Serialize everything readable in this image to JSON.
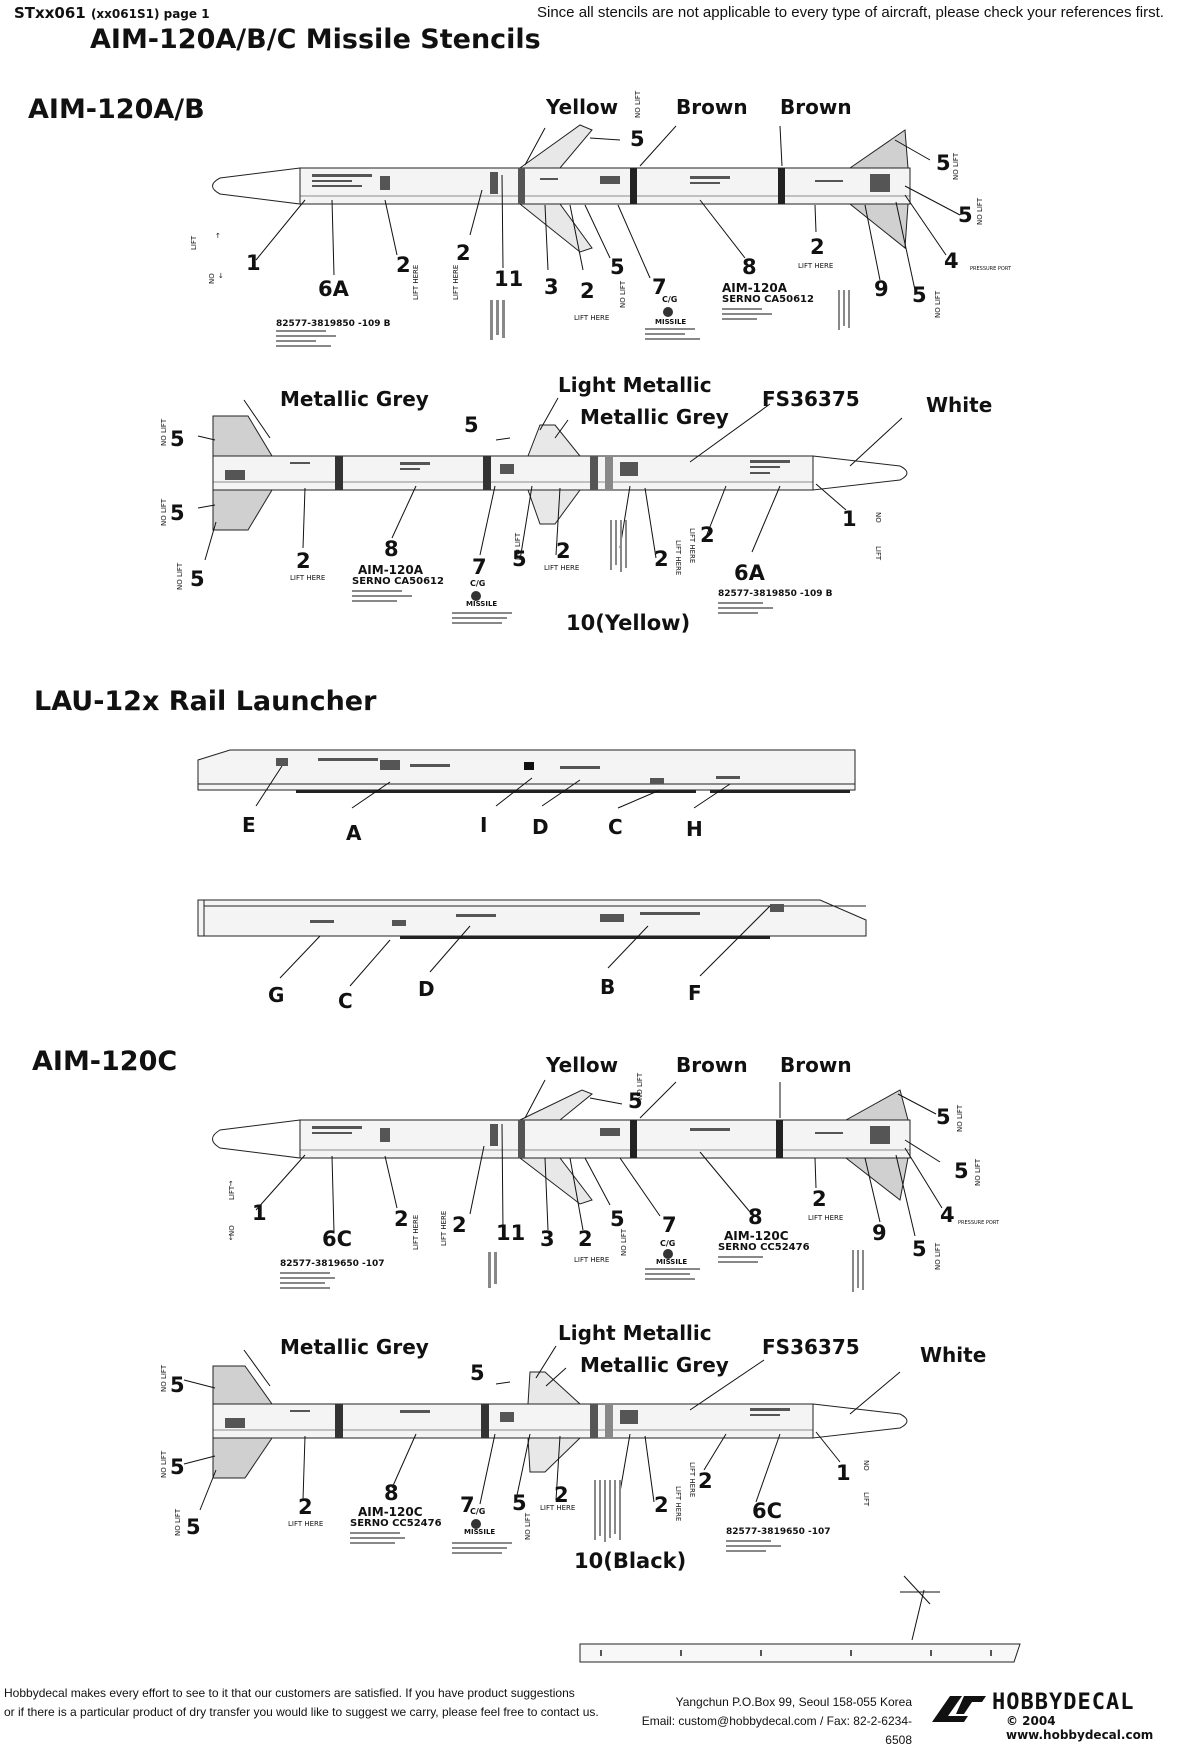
{
  "header": {
    "code": "STxx061",
    "subcode": "(xx061S1) page 1",
    "note": "Since all stencils are not applicable to every type of aircraft, please check your references first.",
    "title": "AIM-120A/B/C Missile Stencils"
  },
  "sections": {
    "aim120ab": "AIM-120A/B",
    "lau": "LAU-12x Rail Launcher",
    "aim120c": "AIM-120C"
  },
  "m1": {
    "colors": [
      "Yellow",
      "Brown",
      "Brown"
    ],
    "nums": [
      "5",
      "5",
      "5",
      "1",
      "6A",
      "2",
      "2",
      "11",
      "3",
      "2",
      "5",
      "7",
      "8",
      "2",
      "9",
      "5",
      "4"
    ],
    "lift": "LIFT HERE",
    "nolift": "NO LIFT",
    "serial": "82577-3819850 -109 B",
    "model": "AIM-120A",
    "serno": "SERNO CA50612",
    "cg": "C/G",
    "missile": "MISSILE",
    "no": "NO",
    "liftword": "LIFT",
    "pressure": "PRESSURE PORT"
  },
  "m2": {
    "colors": [
      "Metallic Grey",
      "Light Metallic",
      "Metallic Grey",
      "FS36375",
      "White"
    ],
    "nums": [
      "5",
      "5",
      "5",
      "5",
      "2",
      "8",
      "7",
      "5",
      "2",
      "2",
      "2",
      "1",
      "6A"
    ],
    "tenlabel": "10(Yellow)",
    "serial": "82577-3819850 -109 B",
    "model": "AIM-120A",
    "serno": "SERNO CA50612",
    "cg": "C/G",
    "missile": "MISSILE"
  },
  "lau": {
    "letters_top": [
      "E",
      "A",
      "I",
      "D",
      "C",
      "H"
    ],
    "letters_bottom": [
      "G",
      "C",
      "D",
      "B",
      "F"
    ]
  },
  "m3": {
    "colors": [
      "Yellow",
      "Brown",
      "Brown"
    ],
    "nums": [
      "5",
      "5",
      "5",
      "1",
      "6C",
      "2",
      "2",
      "11",
      "3",
      "2",
      "5",
      "7",
      "8",
      "2",
      "9",
      "5",
      "4"
    ],
    "serial": "82577-3819650 -107",
    "model": "AIM-120C",
    "serno": "SERNO CC52476",
    "cg": "C/G",
    "missile": "MISSILE"
  },
  "m4": {
    "colors": [
      "Metallic Grey",
      "Light Metallic",
      "Metallic Grey",
      "FS36375",
      "White"
    ],
    "nums": [
      "5",
      "5",
      "5",
      "5",
      "2",
      "8",
      "7",
      "5",
      "2",
      "2",
      "2",
      "1",
      "6C"
    ],
    "tenlabel": "10(Black)",
    "serial": "82577-3819650 -107",
    "model": "AIM-120C",
    "serno": "SERNO CC52476",
    "cg": "C/G",
    "missile": "MISSILE"
  },
  "footer": {
    "line1": "Hobbydecal makes every effort to see to it that our customers are satisfied. If you have product suggestions",
    "line2": "or if there is a particular product of dry transfer you would like to suggest we carry,  please feel free to contact us.",
    "addr1": "Yangchun P.O.Box 99, Seoul 158-055 Korea",
    "addr2": "Email: custom@hobbydecal.com / Fax: 82-2-6234-6508",
    "brand": "HOBBYDECAL",
    "copyright": "© 2004 www.hobbydecal.com"
  }
}
